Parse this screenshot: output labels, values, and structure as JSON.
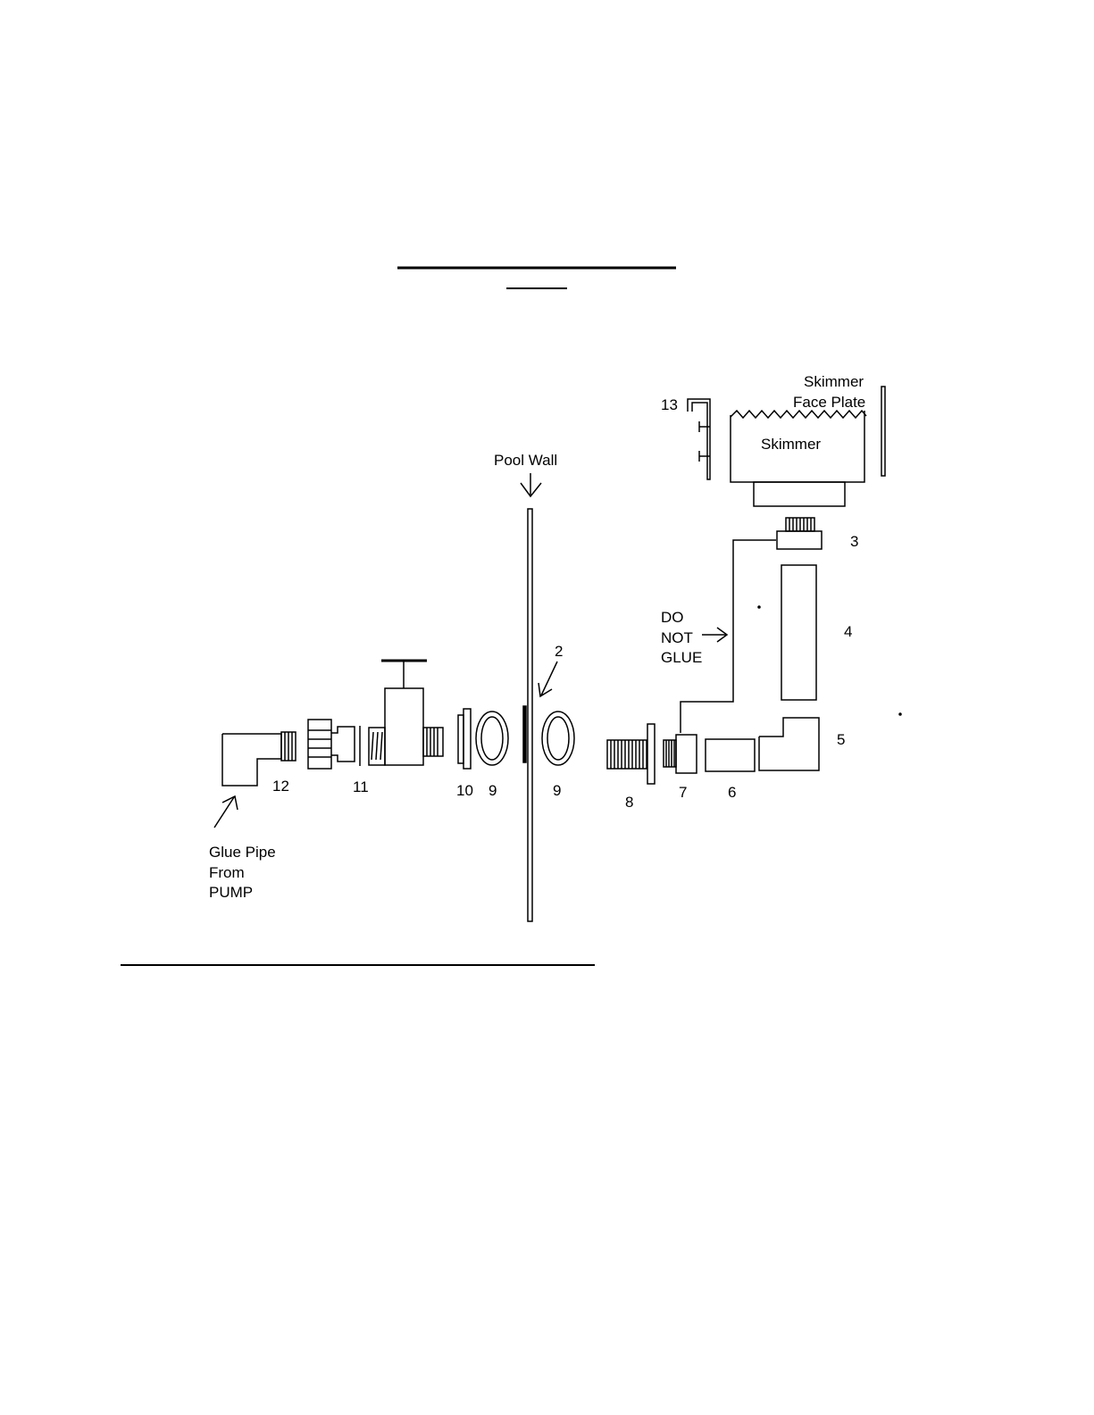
{
  "labels": {
    "pool_wall": "Pool Wall",
    "skimmer": "Skimmer",
    "face_plate_line1": "Skimmer",
    "face_plate_line2": "Face Plate",
    "do_not_glue_line1": "DO",
    "do_not_glue_line2": "NOT",
    "do_not_glue_line3": "GLUE",
    "glue_pipe_line1": "Glue Pipe",
    "glue_pipe_line2": "From",
    "glue_pipe_line3": "PUMP"
  },
  "part_numbers": {
    "p2": "2",
    "p3": "3",
    "p4": "4",
    "p5": "5",
    "p6": "6",
    "p7": "7",
    "p8": "8",
    "p9_left": "9",
    "p9_right": "9",
    "p10": "10",
    "p11": "11",
    "p12": "12",
    "p13": "13"
  },
  "colors": {
    "ink": "#000000",
    "background": "#ffffff"
  }
}
